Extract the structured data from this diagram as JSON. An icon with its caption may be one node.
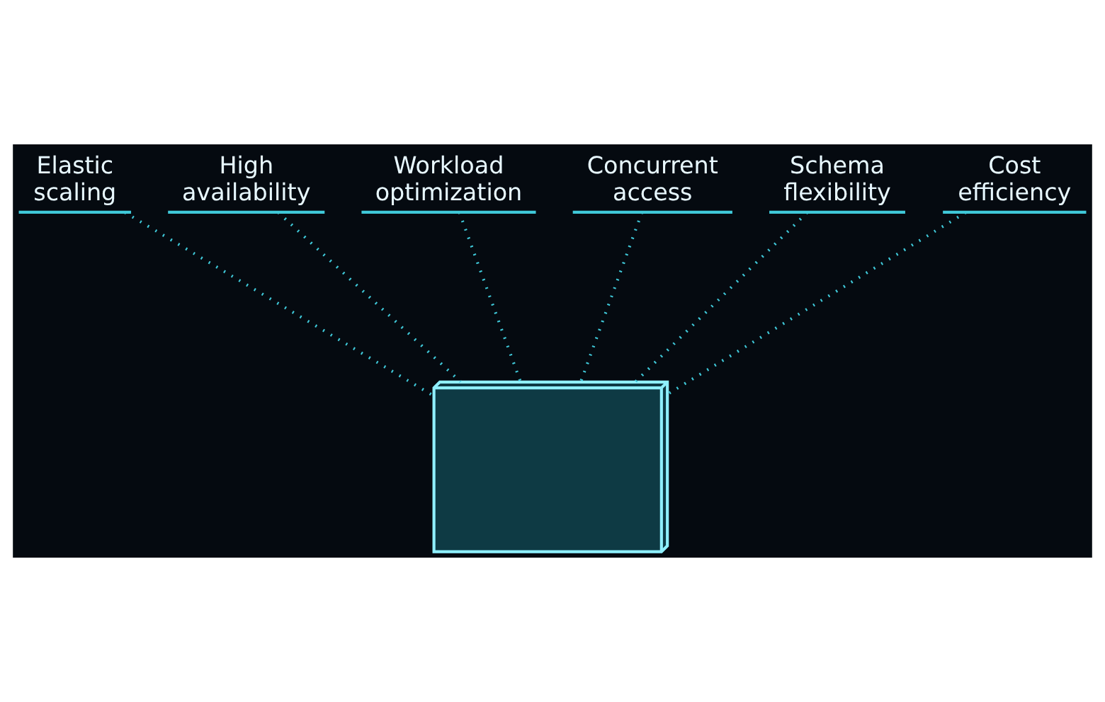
{
  "diagram": {
    "nodes": [
      {
        "text": [
          "Elastic scaling"
        ]
      },
      {
        "text": [
          "High availability"
        ]
      },
      {
        "text": [
          "Workload optimization"
        ]
      },
      {
        "text": [
          "Concurrent access"
        ]
      },
      {
        "text": [
          "Schema flexibility"
        ]
      },
      {
        "text": [
          "Cost efficiency"
        ]
      },
      {
        "text": [],
        "shape": "picture"
      }
    ],
    "edges": [
      {
        "from": 0,
        "to": 6,
        "arrow": "none",
        "style": "dashed"
      },
      {
        "from": 1,
        "to": 6,
        "arrow": "none",
        "style": "dashed"
      },
      {
        "from": 2,
        "to": 6,
        "arrow": "none",
        "style": "dashed"
      },
      {
        "from": 3,
        "to": 6,
        "arrow": "none",
        "style": "dashed"
      },
      {
        "from": 4,
        "to": 6,
        "arrow": "none",
        "style": "dashed"
      },
      {
        "from": 5,
        "to": 6,
        "arrow": "none",
        "style": "dashed"
      }
    ]
  }
}
